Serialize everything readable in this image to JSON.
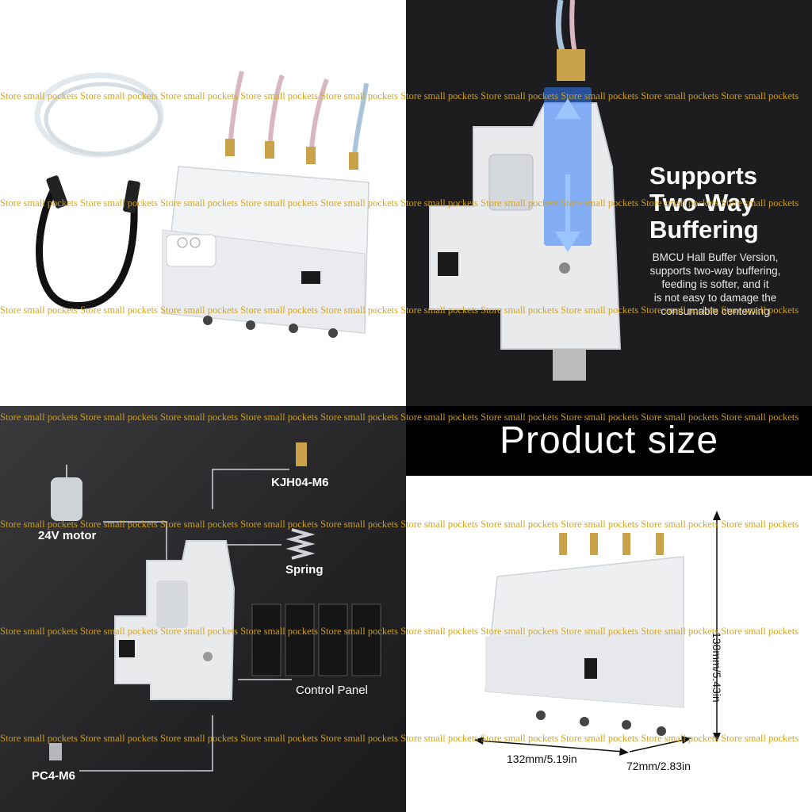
{
  "watermark": {
    "text": "Store small pockets Store small pockets Store small pockets Store small pockets Store small pockets Store small pockets Store small pockets Store small pockets Store small pockets Store small pockets",
    "color": "#d4a21a"
  },
  "feature": {
    "title_lines": [
      "Supports",
      "Two-Way",
      "Buffering"
    ],
    "description_lines": [
      "BMCU Hall Buffer Version,",
      "supports two-way buffering,",
      "feeding is softer, and it",
      "is not easy to damage the",
      "consumable centewing"
    ]
  },
  "parts": {
    "connector_top": "KJH04-M6",
    "motor": "24V motor",
    "spring": "Spring",
    "control_panel": "Control Panel",
    "connector_bottom": "PC4-M6"
  },
  "size": {
    "banner": "Product size",
    "height": "138mm/5.43in",
    "width": "132mm/5.19in",
    "depth": "72mm/2.83in"
  },
  "colors": {
    "dark_bg": "#1d1d1f",
    "accent_blue": "#2f7bff",
    "brass": "#c9a24a"
  }
}
